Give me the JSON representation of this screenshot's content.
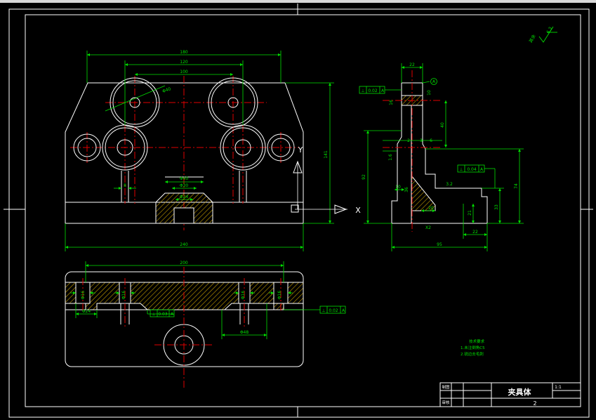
{
  "title_block": {
    "name": "夹具体",
    "scale": "1:1",
    "sheet": "2",
    "row_labels": [
      "制图",
      "审核"
    ]
  },
  "notes": {
    "heading": "技术要求",
    "lines": [
      "1.未注倒角C5",
      "2.锐边去毛刺"
    ]
  },
  "roughness_corner": {
    "label": "其余",
    "value": "6.3"
  },
  "front_view": {
    "dim_top_outer": "180",
    "dim_top_mid": "120",
    "dim_top_inner": "100",
    "dim_bottom": "240",
    "dim_height": "141",
    "dim_hole_dia": "Φ40",
    "dim_b1": "Φ40",
    "dim_b2": "Φ30",
    "dim_b3": "Φ24",
    "dim_b4": "8",
    "axis_x": "X",
    "axis_y": "Y"
  },
  "side_view": {
    "datum": "A",
    "tol_1": "0.02",
    "tol_2": "0.04",
    "dim_top": "22",
    "dim_10": "10",
    "dim_40": "40",
    "dim_92": "92",
    "dim_74": "74",
    "dim_33": "33",
    "dim_21": "21",
    "dim_20": "20",
    "dim_22": "22",
    "dim_95": "95",
    "dim_16": "16",
    "dim_15": "1.6",
    "dim_32": "3.2",
    "dim_6": "6",
    "dim_3": "3",
    "dim_2": "2",
    "dim_36": "36",
    "dim_x2": "X2"
  },
  "top_view": {
    "dim_length": "200",
    "dim_left_inner": "Φ16",
    "dim_left_mid": "Φ16",
    "dim_right_mid": "Φ16",
    "dim_right_inner": "Φ16",
    "dim_left_bottom": "Φ24",
    "dim_right_bottom": "Φ48",
    "tol_1": "0.03",
    "tol_2": "0.02",
    "datum": "A"
  }
}
